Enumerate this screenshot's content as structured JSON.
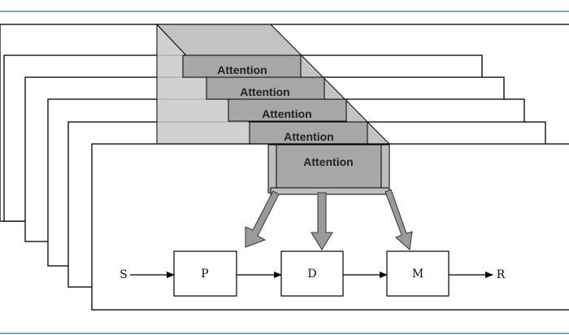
{
  "colors": {
    "rule": "#5a8fb3",
    "prism_fill": "#c9c9c9",
    "prism_top": "#b8b8b8",
    "attention_box": "#a7a7a7",
    "big_arrow": "#9a9a9a"
  },
  "attention_labels": [
    "Attention",
    "Attention",
    "Attention",
    "Attention",
    "Attention"
  ],
  "flow": {
    "input": "S",
    "stages": [
      "P",
      "D",
      "M"
    ],
    "output": "R"
  }
}
